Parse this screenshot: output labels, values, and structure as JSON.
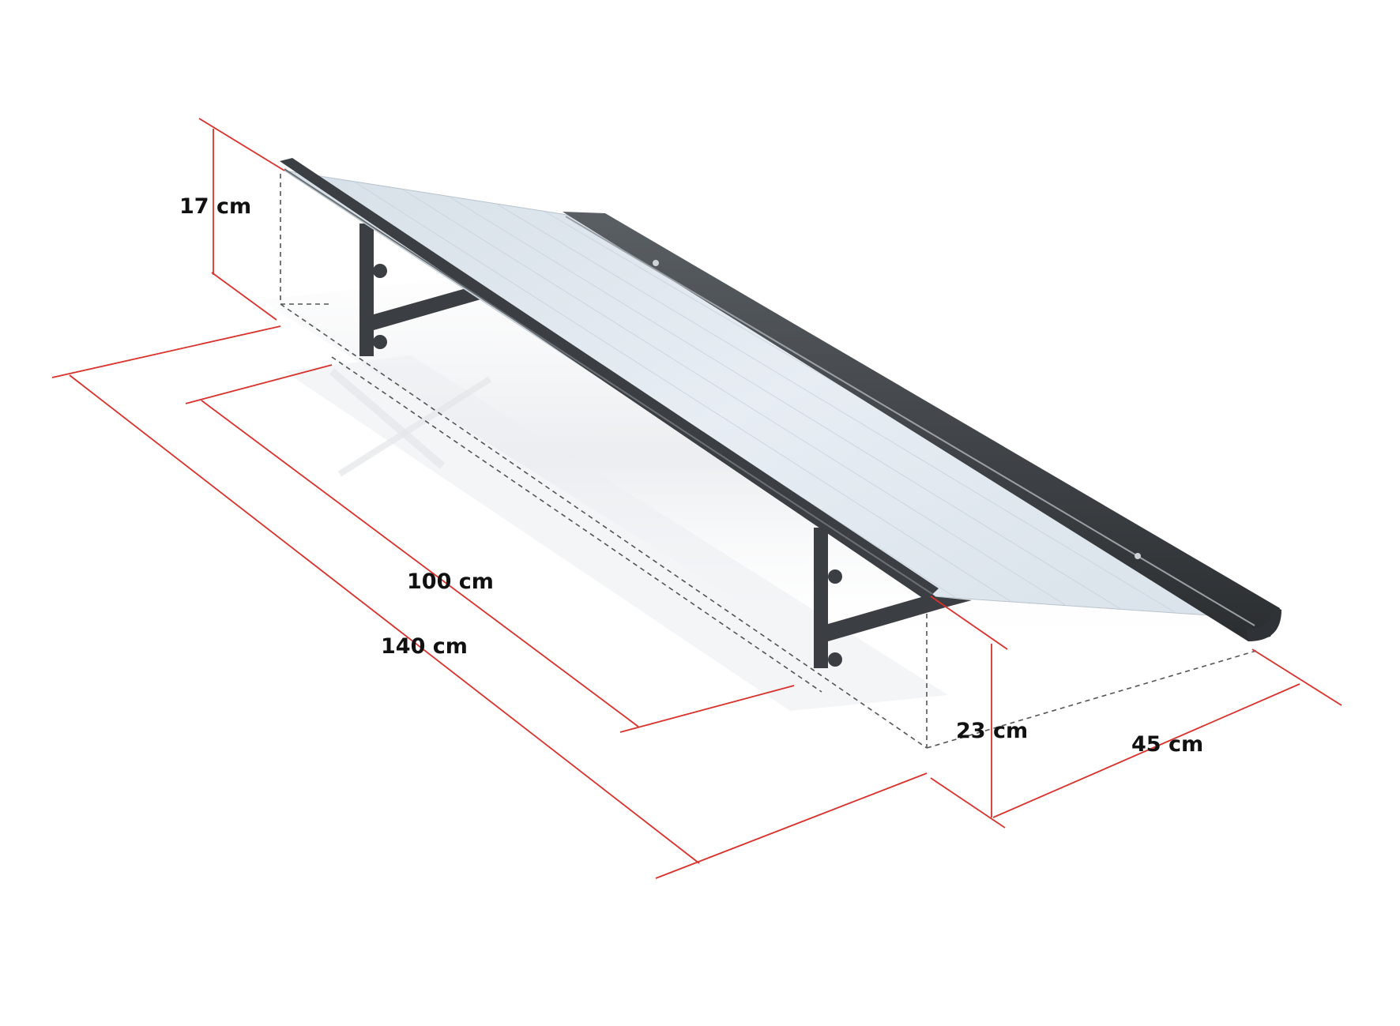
{
  "colors": {
    "dimension_line": "#d9312b",
    "frame": "#3b3f43",
    "panel": "#e1e8ef",
    "guide_line": "#555555",
    "label": "#111111"
  },
  "labels": {
    "height_back": "17 cm",
    "bracket_spacing": "100 cm",
    "total_width": "140 cm",
    "height_front": "23 cm",
    "depth": "45 cm"
  }
}
